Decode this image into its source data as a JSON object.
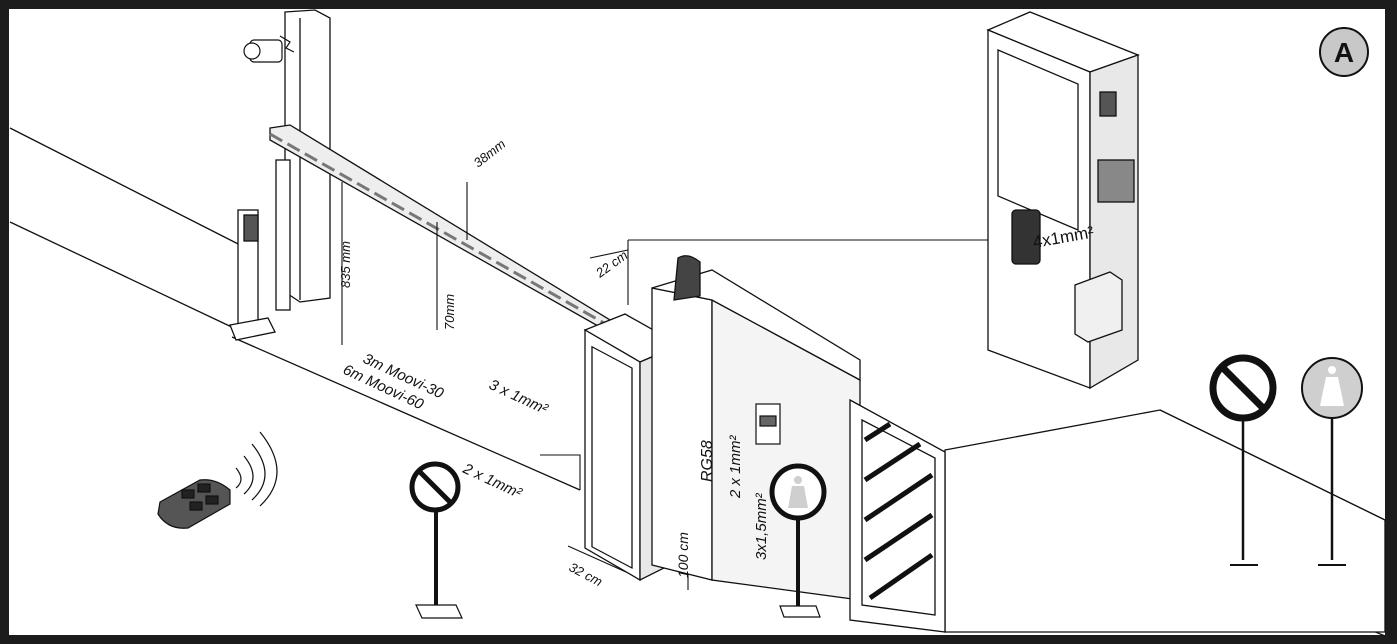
{
  "badge": {
    "letter": "A"
  },
  "dimensions": {
    "boom_thickness": "38mm",
    "boom_height": "70mm",
    "boom_clearance": "835 mm",
    "cabinet_width": "22 cm",
    "cabinet_depth": "32 cm",
    "cabinet_height": "100 cm"
  },
  "boom_length": {
    "short": "3m Moovi-30",
    "long": "6m Moovi-60"
  },
  "cables": {
    "photocell_left": "3 x 1mm²",
    "photocell_front": "2 x 1mm²",
    "antenna": "RG58",
    "lamp": "2 x 1mm²",
    "mains": "3x1,5mm²",
    "detail_photocell": "4x1mm²"
  },
  "colors": {
    "frame": "#1c1c1c",
    "line": "#111111",
    "cabinet_shade": "#e8e8e8",
    "badge_fill": "#c8c8c8",
    "allowed_sign": "#cfcfcf"
  }
}
